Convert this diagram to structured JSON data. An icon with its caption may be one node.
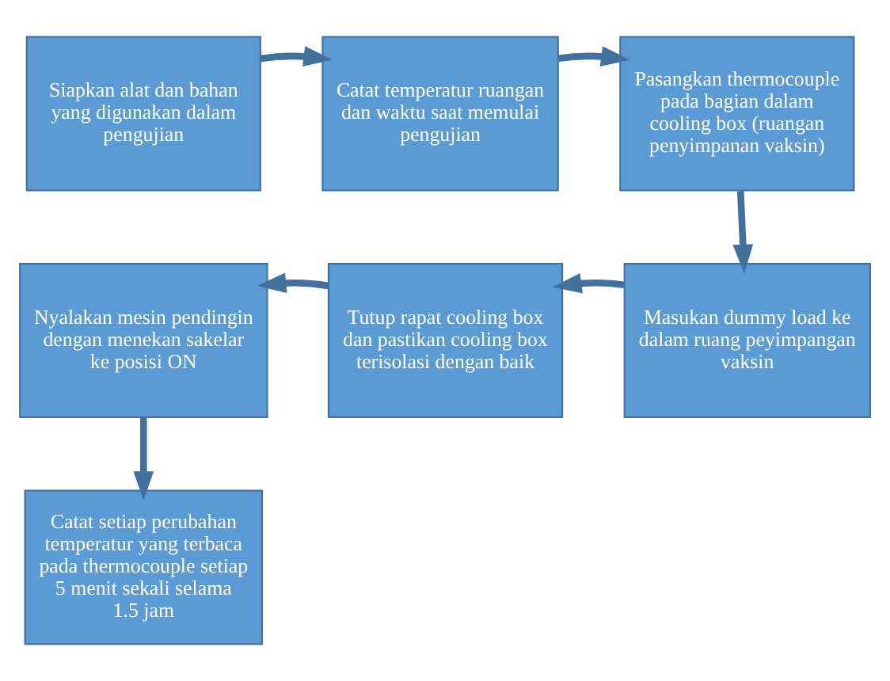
{
  "diagram": {
    "nodes": [
      {
        "text": [
          "Siapkan alat dan bahan yang digunakan dalam pengujian"
        ]
      },
      {
        "text": [
          "Catat temperatur ruangan dan waktu saat memulai pengujian"
        ]
      },
      {
        "text": [
          "Pasangkan thermocouple pada bagian dalam cooling box (ruangan penyimpanan vaksin)"
        ]
      },
      {
        "text": [
          "Masukan dummy load ke dalam ruang peyimpangan vaksin"
        ]
      },
      {
        "text": [
          "Tutup rapat cooling box dan pastikan cooling box terisolasi dengan baik"
        ]
      },
      {
        "text": [
          "Nyalakan mesin pendingin dengan menekan sakelar ke posisi ON"
        ]
      },
      {
        "text": [
          "Catat setiap perubahan temperatur yang terbaca pada thermocouple setiap 5 menit sekali selama 1.5 jam"
        ]
      }
    ],
    "edges": [
      {
        "from": 0,
        "to": 1,
        "arrow": "to"
      },
      {
        "from": 1,
        "to": 2,
        "arrow": "to"
      },
      {
        "from": 2,
        "to": 3,
        "arrow": "to"
      },
      {
        "from": 3,
        "to": 4,
        "arrow": "to"
      },
      {
        "from": 4,
        "to": 5,
        "arrow": "to"
      },
      {
        "from": 5,
        "to": 6,
        "arrow": "to"
      }
    ]
  }
}
